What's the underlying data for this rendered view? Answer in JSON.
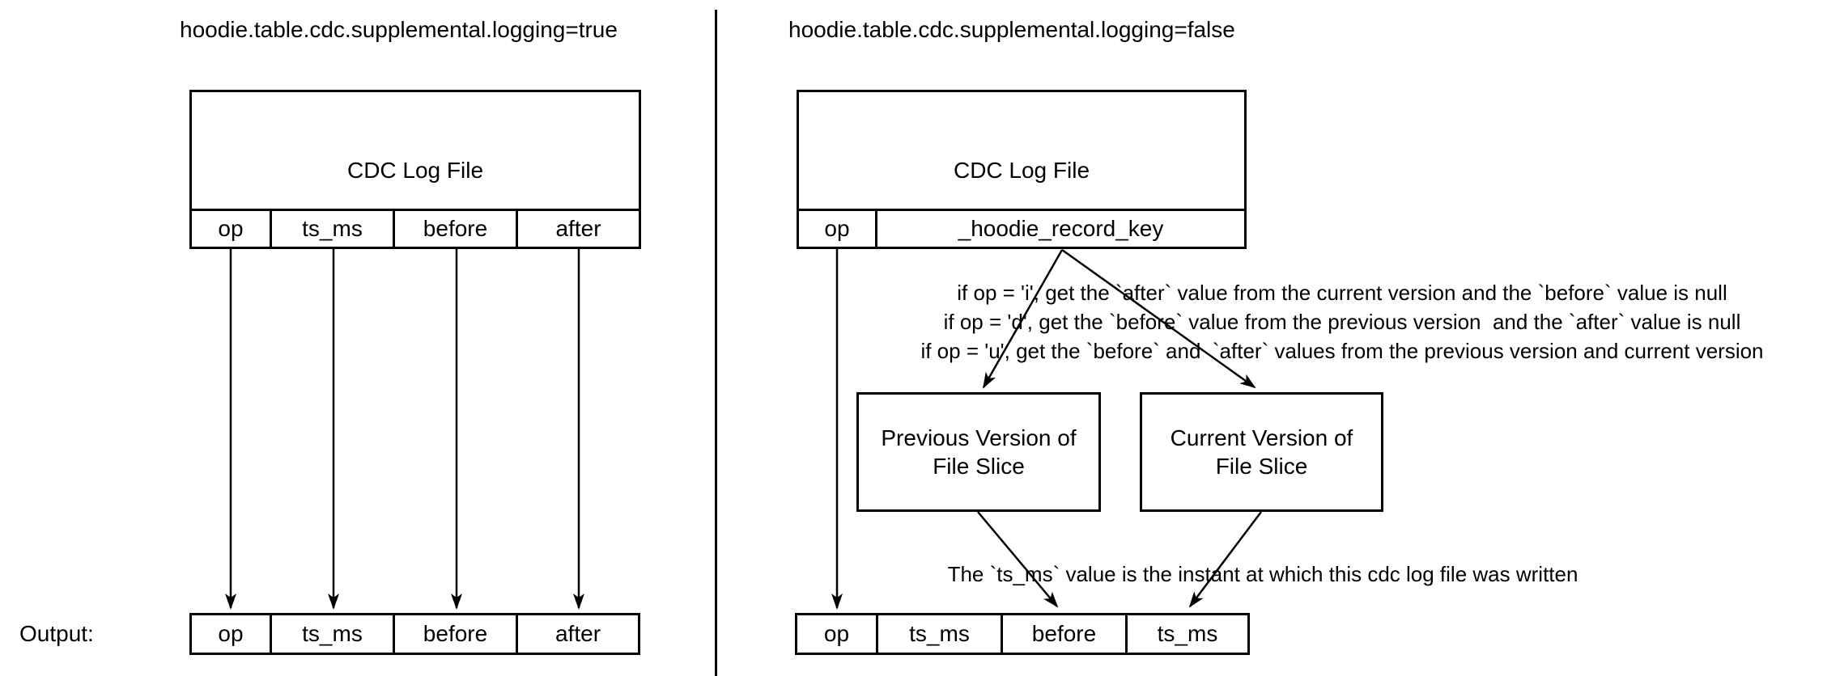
{
  "left": {
    "title": "hoodie.table.cdc.supplemental.logging=true",
    "cdc_table": {
      "title": "CDC Log File",
      "columns": [
        "op",
        "ts_ms",
        "before",
        "after"
      ]
    },
    "output_label": "Output:",
    "output_table": {
      "columns": [
        "op",
        "ts_ms",
        "before",
        "after"
      ]
    }
  },
  "right": {
    "title": "hoodie.table.cdc.supplemental.logging=false",
    "cdc_table": {
      "title": "CDC Log File",
      "columns": [
        "op",
        "_hoodie_record_key"
      ]
    },
    "rules": [
      "if op = 'i', get the `after` value from the current version and the `before` value is null",
      "if op = 'd', get the `before` value from the previous version  and the `after` value is null",
      "if op = 'u', get the `before` and  `after` values from the previous version and current version"
    ],
    "file_slices": {
      "previous": {
        "line1": "Previous Version of",
        "line2": "File Slice"
      },
      "current": {
        "line1": "Current Version of",
        "line2": "File Slice"
      }
    },
    "ts_note": "The `ts_ms` value is the instant at which this cdc log file was written",
    "output_table": {
      "columns": [
        "op",
        "ts_ms",
        "before",
        "ts_ms"
      ]
    }
  }
}
